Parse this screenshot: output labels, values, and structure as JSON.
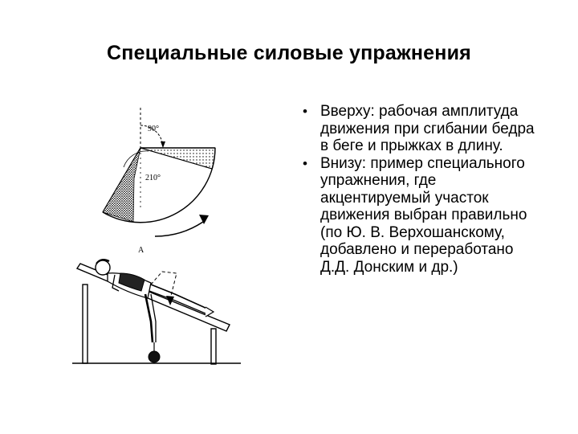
{
  "slide": {
    "title": "Специальные силовые упражнения"
  },
  "figure": {
    "angle_label_top": "90°",
    "angle_label_mid": "210°",
    "corner_label": "А"
  },
  "bullets": [
    {
      "text": "Вверху: рабочая амплитуда движения при сгибании бедра в беге и прыжках в длину."
    },
    {
      "text": "Внизу: пример специального упражнения, где акцентируемый участок движения выбран правильно (по Ю. В. Верхошанскому, добавлено и переработано Д.Д. Донским и др.)"
    }
  ]
}
